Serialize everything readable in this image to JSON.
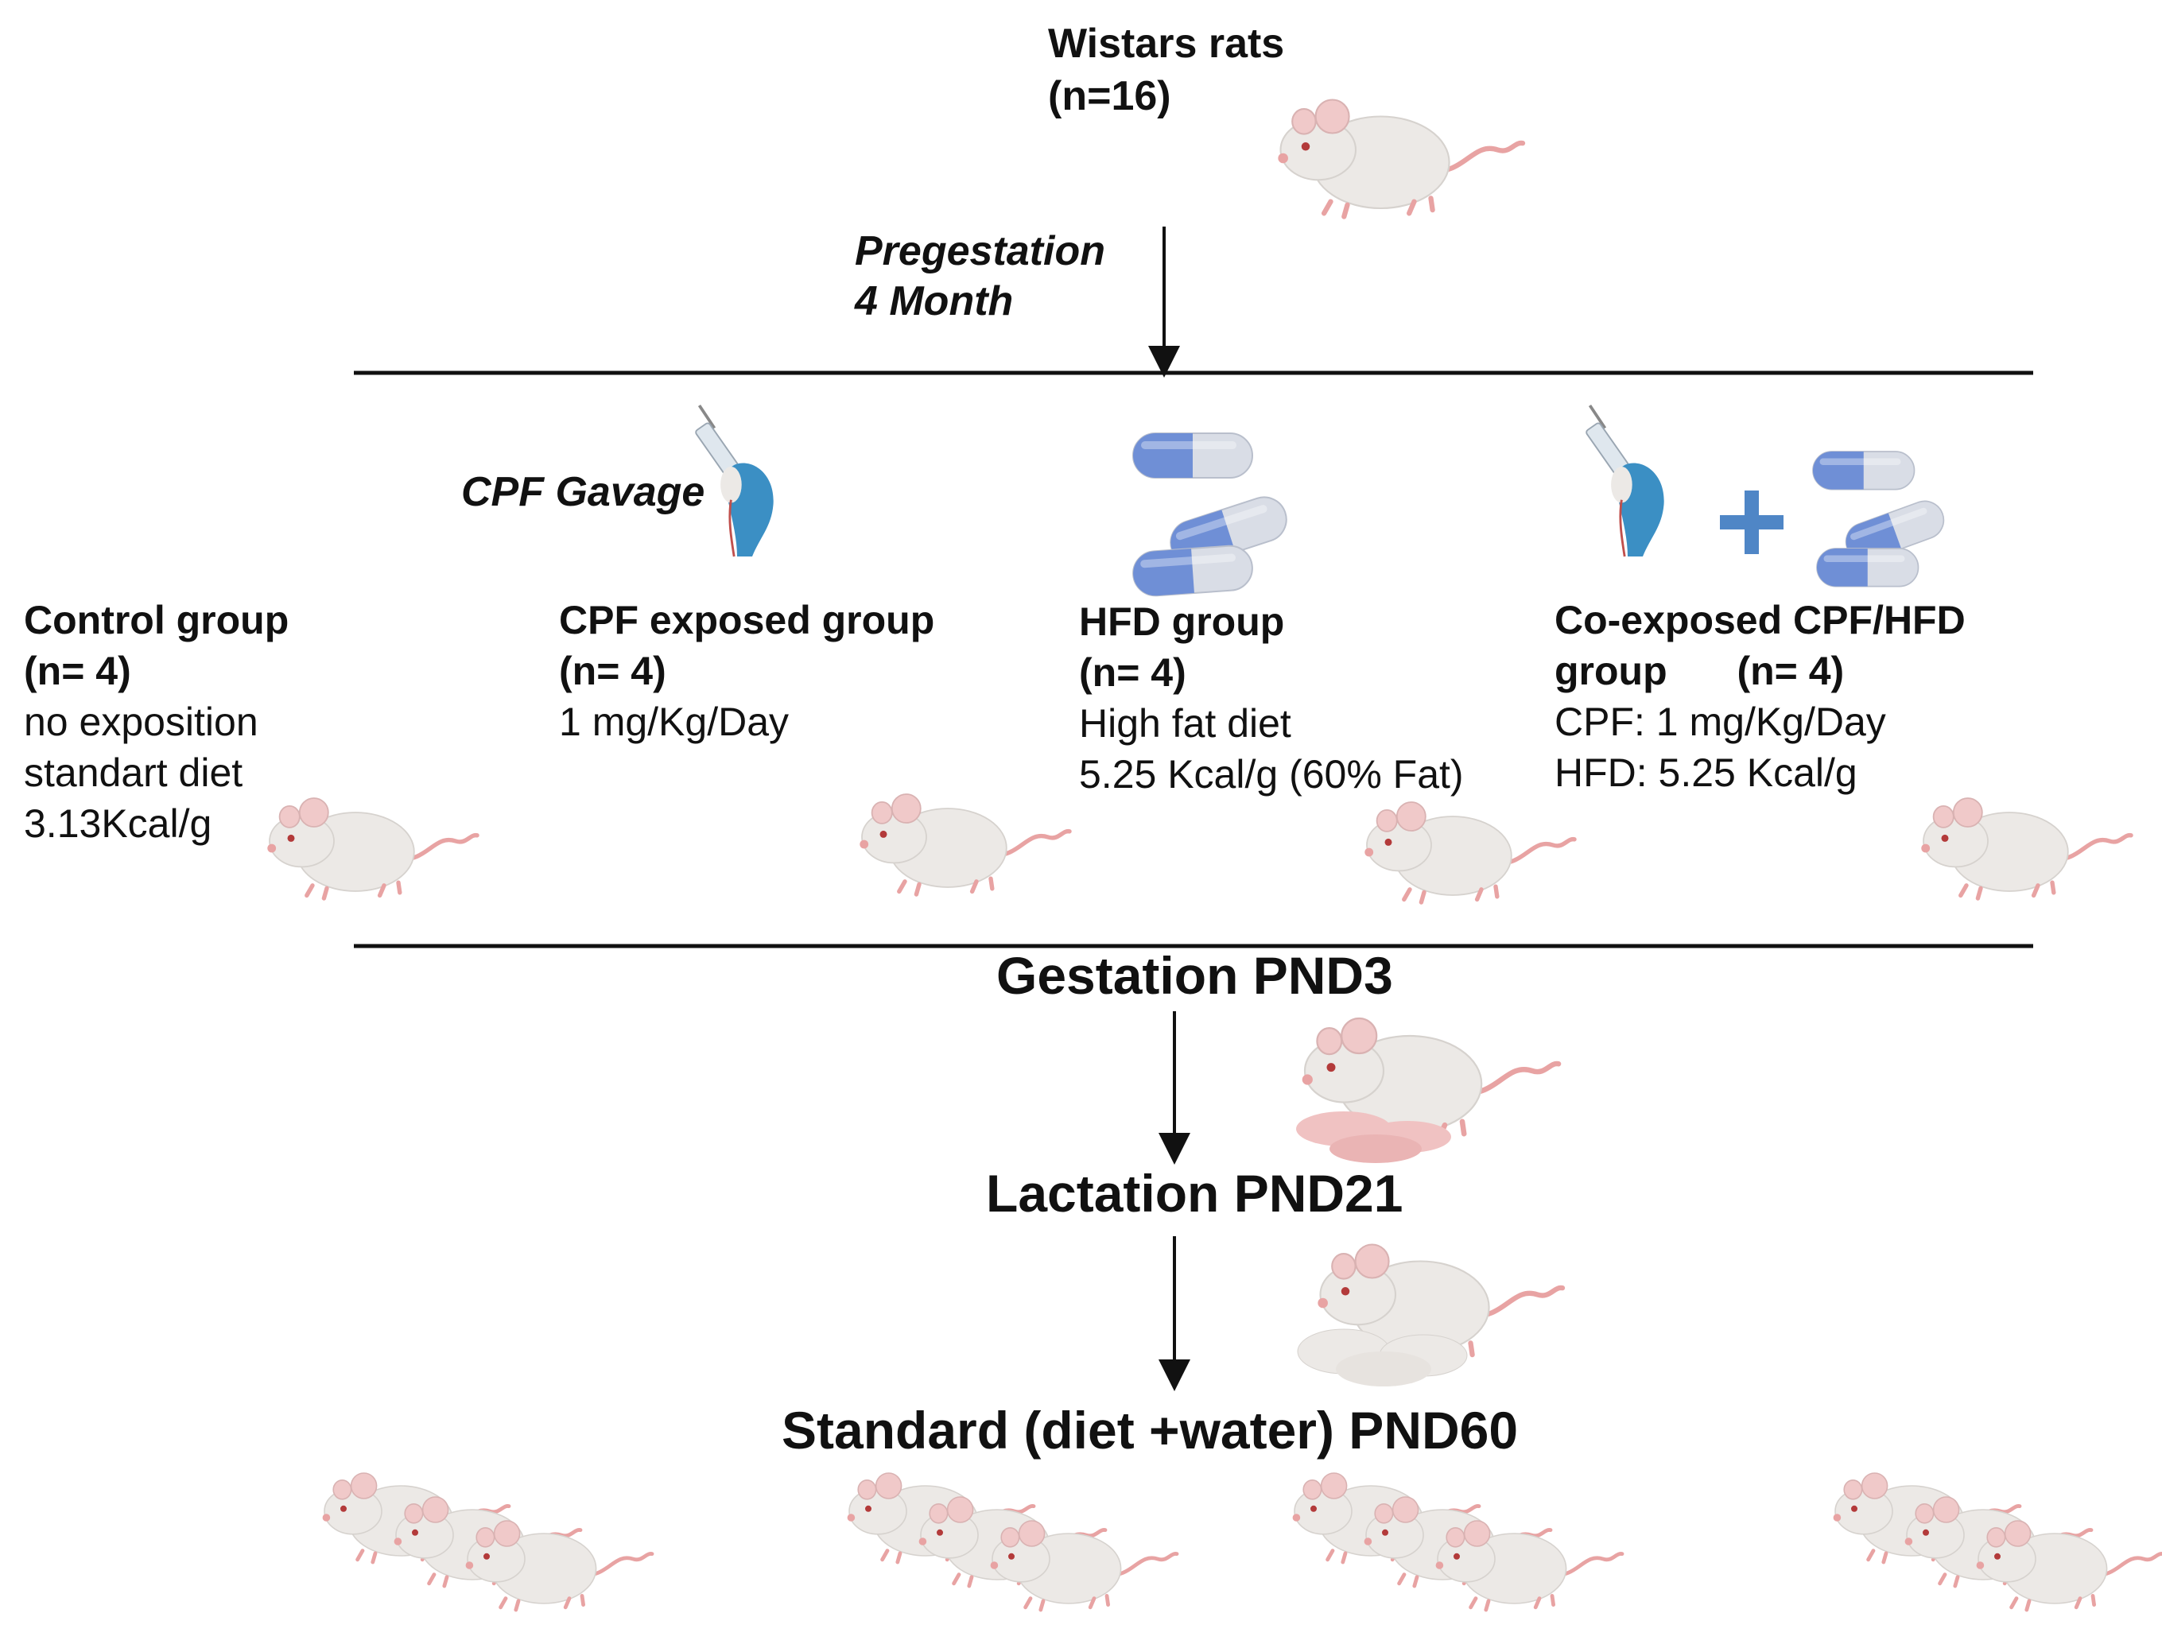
{
  "header": {
    "title": "Wistars rats",
    "count": "(n=16)"
  },
  "pregestation": {
    "line1": "Pregestation",
    "line2": "4 Month"
  },
  "cpf_gavage_label": "CPF Gavage",
  "groups": [
    {
      "title": "Control group",
      "count": "(n= 4)",
      "lines": [
        "no exposition",
        "standart diet",
        "3.13Kcal/g"
      ]
    },
    {
      "title": "CPF exposed group",
      "count": "(n= 4)",
      "lines": [
        "1 mg/Kg/Day"
      ]
    },
    {
      "title": "HFD group",
      "count": "(n= 4)",
      "lines": [
        "High fat diet",
        "5.25 Kcal/g (60% Fat)"
      ]
    },
    {
      "title": "Co-exposed CPF/HFD",
      "title2": "group",
      "count": "(n= 4)",
      "lines": [
        "CPF: 1 mg/Kg/Day",
        "HFD: 5.25 Kcal/g"
      ]
    }
  ],
  "phases": {
    "gestation": "Gestation PND3",
    "lactation": "Lactation PND21",
    "standard": "Standard (diet +water) PND60"
  },
  "icons": [
    "rat-icon",
    "syringe-hand-icon",
    "capsule-icon",
    "plus-icon",
    "mother-with-pups-icon",
    "pups-group-icon"
  ],
  "colors": {
    "rat_body": "#ece9e6",
    "rat_pink": "#e8a3a3",
    "glove_blue": "#3b8fc4",
    "capsule_blue": "#6f8fd6",
    "capsule_light": "#d9dde6",
    "plus_blue": "#4f86c6",
    "line": "#111111"
  }
}
